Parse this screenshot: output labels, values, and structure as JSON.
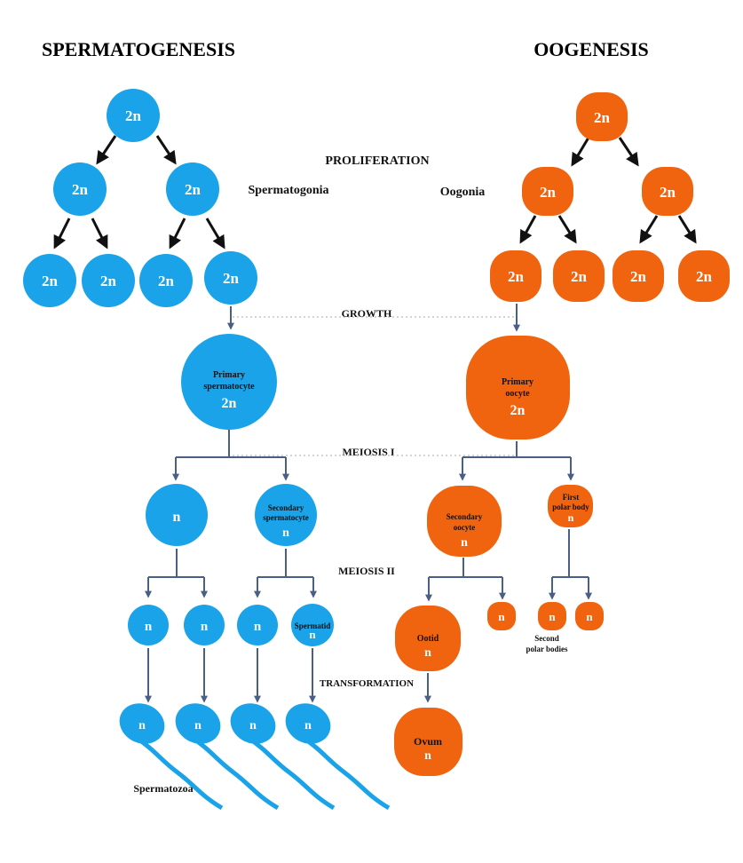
{
  "colors": {
    "sperm": "#1aa3e8",
    "oo": "#f06410",
    "line": "#4a5f86",
    "arrow": "#111111"
  },
  "headings": {
    "left": "SPERMATOGENESIS",
    "right": "OOGENESIS"
  },
  "stages": {
    "proliferation": "PROLIFERATION",
    "growth": "GROWTH",
    "meiosis1": "MEIOSIS I",
    "meiosis2": "MEIOSIS II",
    "transformation": "TRANSFORMATION"
  },
  "labels": {
    "spermatogonia": "Spermatogonia",
    "oogonia": "Oogonia",
    "spermatozoa": "Spermatozoa",
    "second_polar_bodies_1": "Second",
    "second_polar_bodies_2": "polar bodies"
  },
  "cells": {
    "diploid": "2n",
    "haploid": "n",
    "primary_spermatocyte_1": "Primary",
    "primary_spermatocyte_2": "spermatocyte",
    "secondary_spermatocyte_1": "Secondary",
    "secondary_spermatocyte_2": "spermatocyte",
    "spermatid": "Spermatid",
    "primary_oocyte_1": "Primary",
    "primary_oocyte_2": "oocyte",
    "secondary_oocyte_1": "Secondary",
    "secondary_oocyte_2": "oocyte",
    "first_polar_body_1": "First",
    "first_polar_body_2": "polar body",
    "ootid": "Ootid",
    "ovum": "Ovum"
  }
}
